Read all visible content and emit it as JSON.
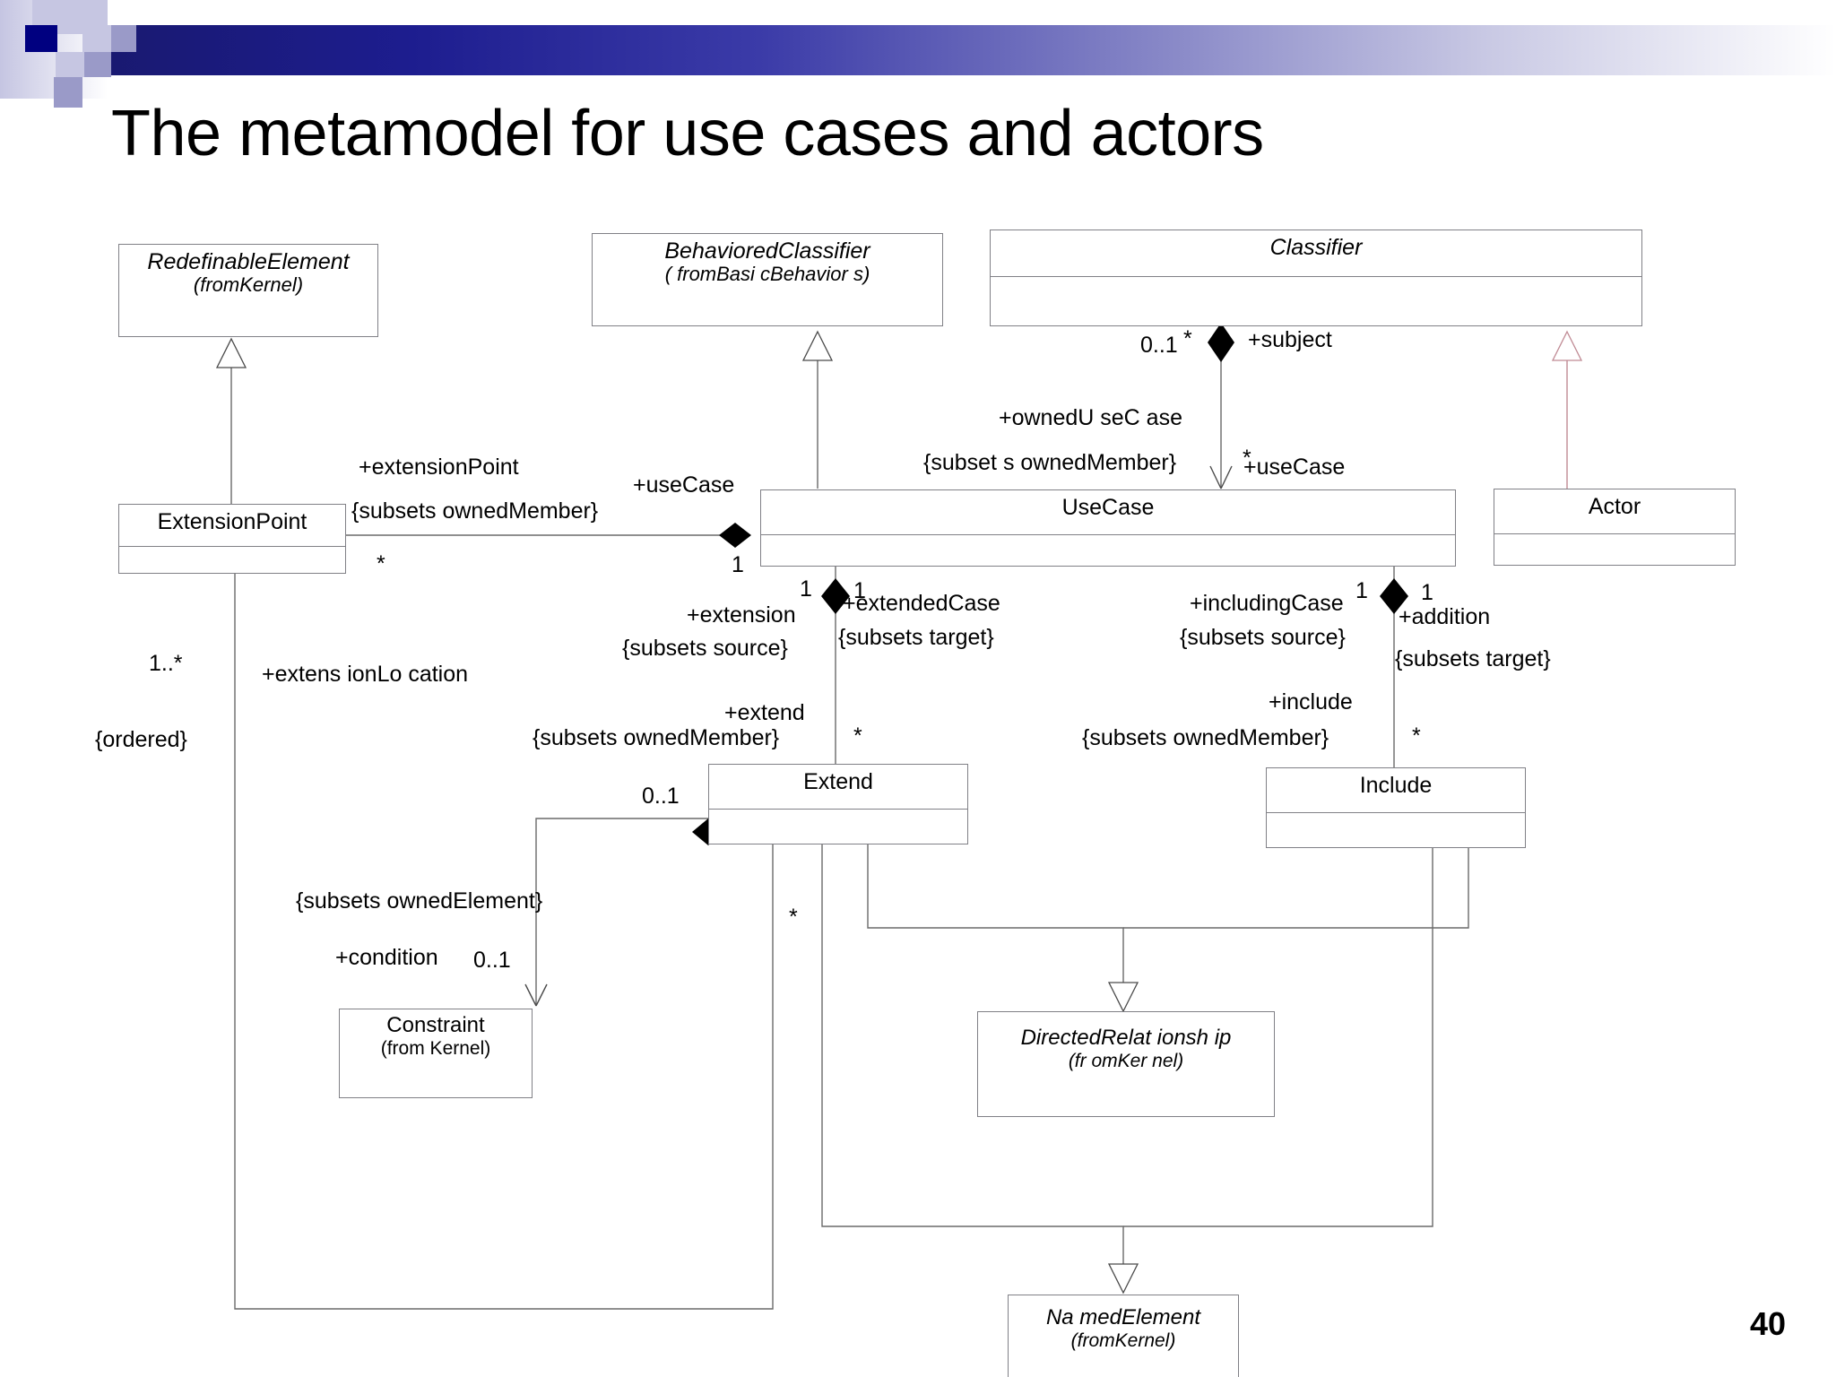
{
  "slide": {
    "title": "The metamodel for use cases and actors",
    "page_number": "40",
    "accent_color": "#191970",
    "box_border_color": "#808086",
    "inheritance_accent_color": "#c08a94"
  },
  "boxes": {
    "redefinable_element": {
      "name": "RedefinableElement",
      "from": "(fromKernel)"
    },
    "behaviored_classifier": {
      "name": "BehavioredClassifier",
      "from": "( fromBasi cBehavior s)"
    },
    "classifier": {
      "name": "Classifier",
      "from": ""
    },
    "extension_point": {
      "name": "ExtensionPoint",
      "from": ""
    },
    "use_case": {
      "name": "UseCase",
      "from": ""
    },
    "actor": {
      "name": "Actor",
      "from": ""
    },
    "extend": {
      "name": "Extend",
      "from": ""
    },
    "include": {
      "name": "Include",
      "from": ""
    },
    "constraint": {
      "name": "Constraint",
      "from": "(from Kernel)"
    },
    "directed_relationship": {
      "name": "DirectedRelat ionsh ip",
      "from": "(fr omKer nel)"
    },
    "named_element": {
      "name": "Na medElement",
      "from": "(fromKernel)"
    }
  },
  "labels": {
    "subject_mult": "0..1",
    "subject_star": "*",
    "subject_role": "+subject",
    "owned_use_case_role": "+ownedU seC ase",
    "owned_use_case_subsets": "{subset s ownedMember}",
    "use_case_star": "*",
    "use_case_role_right": "+useCase",
    "extension_point_role": "+extensionPoint",
    "extension_point_subsets": "{subsets ownedMember}",
    "extension_point_star": "*",
    "use_case_role_left": "+useCase",
    "use_case_one": "1",
    "extension_one": "1",
    "extension_role": "+extension",
    "extension_subsets": "{subsets source}",
    "extended_case_one": "1",
    "extended_case_role": "+extendedCase",
    "extended_case_subsets": "{subsets target}",
    "extend_role": "+extend",
    "extend_subsets": "{subsets ownedMember}",
    "extend_star_left": "*",
    "extend_star_right": "*",
    "extend_zero_one": "0..1",
    "including_case_role": "+includingCase",
    "including_case_one": "1",
    "including_case_subsets": "{subsets source}",
    "addition_one": "1",
    "addition_role": "+addition",
    "addition_subsets": "{subsets target}",
    "include_role": "+include",
    "include_subsets": "{subsets ownedMember}",
    "include_star_left": "*",
    "include_star_right": "*",
    "extension_location_mult": "1..*",
    "extension_location_ordered": "{ordered}",
    "extension_location_role": "+extens ionLo cation",
    "condition_subsets": "{subsets ownedElement}",
    "condition_role": "+condition",
    "condition_mult": "0..1",
    "extend_child_star": "*"
  }
}
